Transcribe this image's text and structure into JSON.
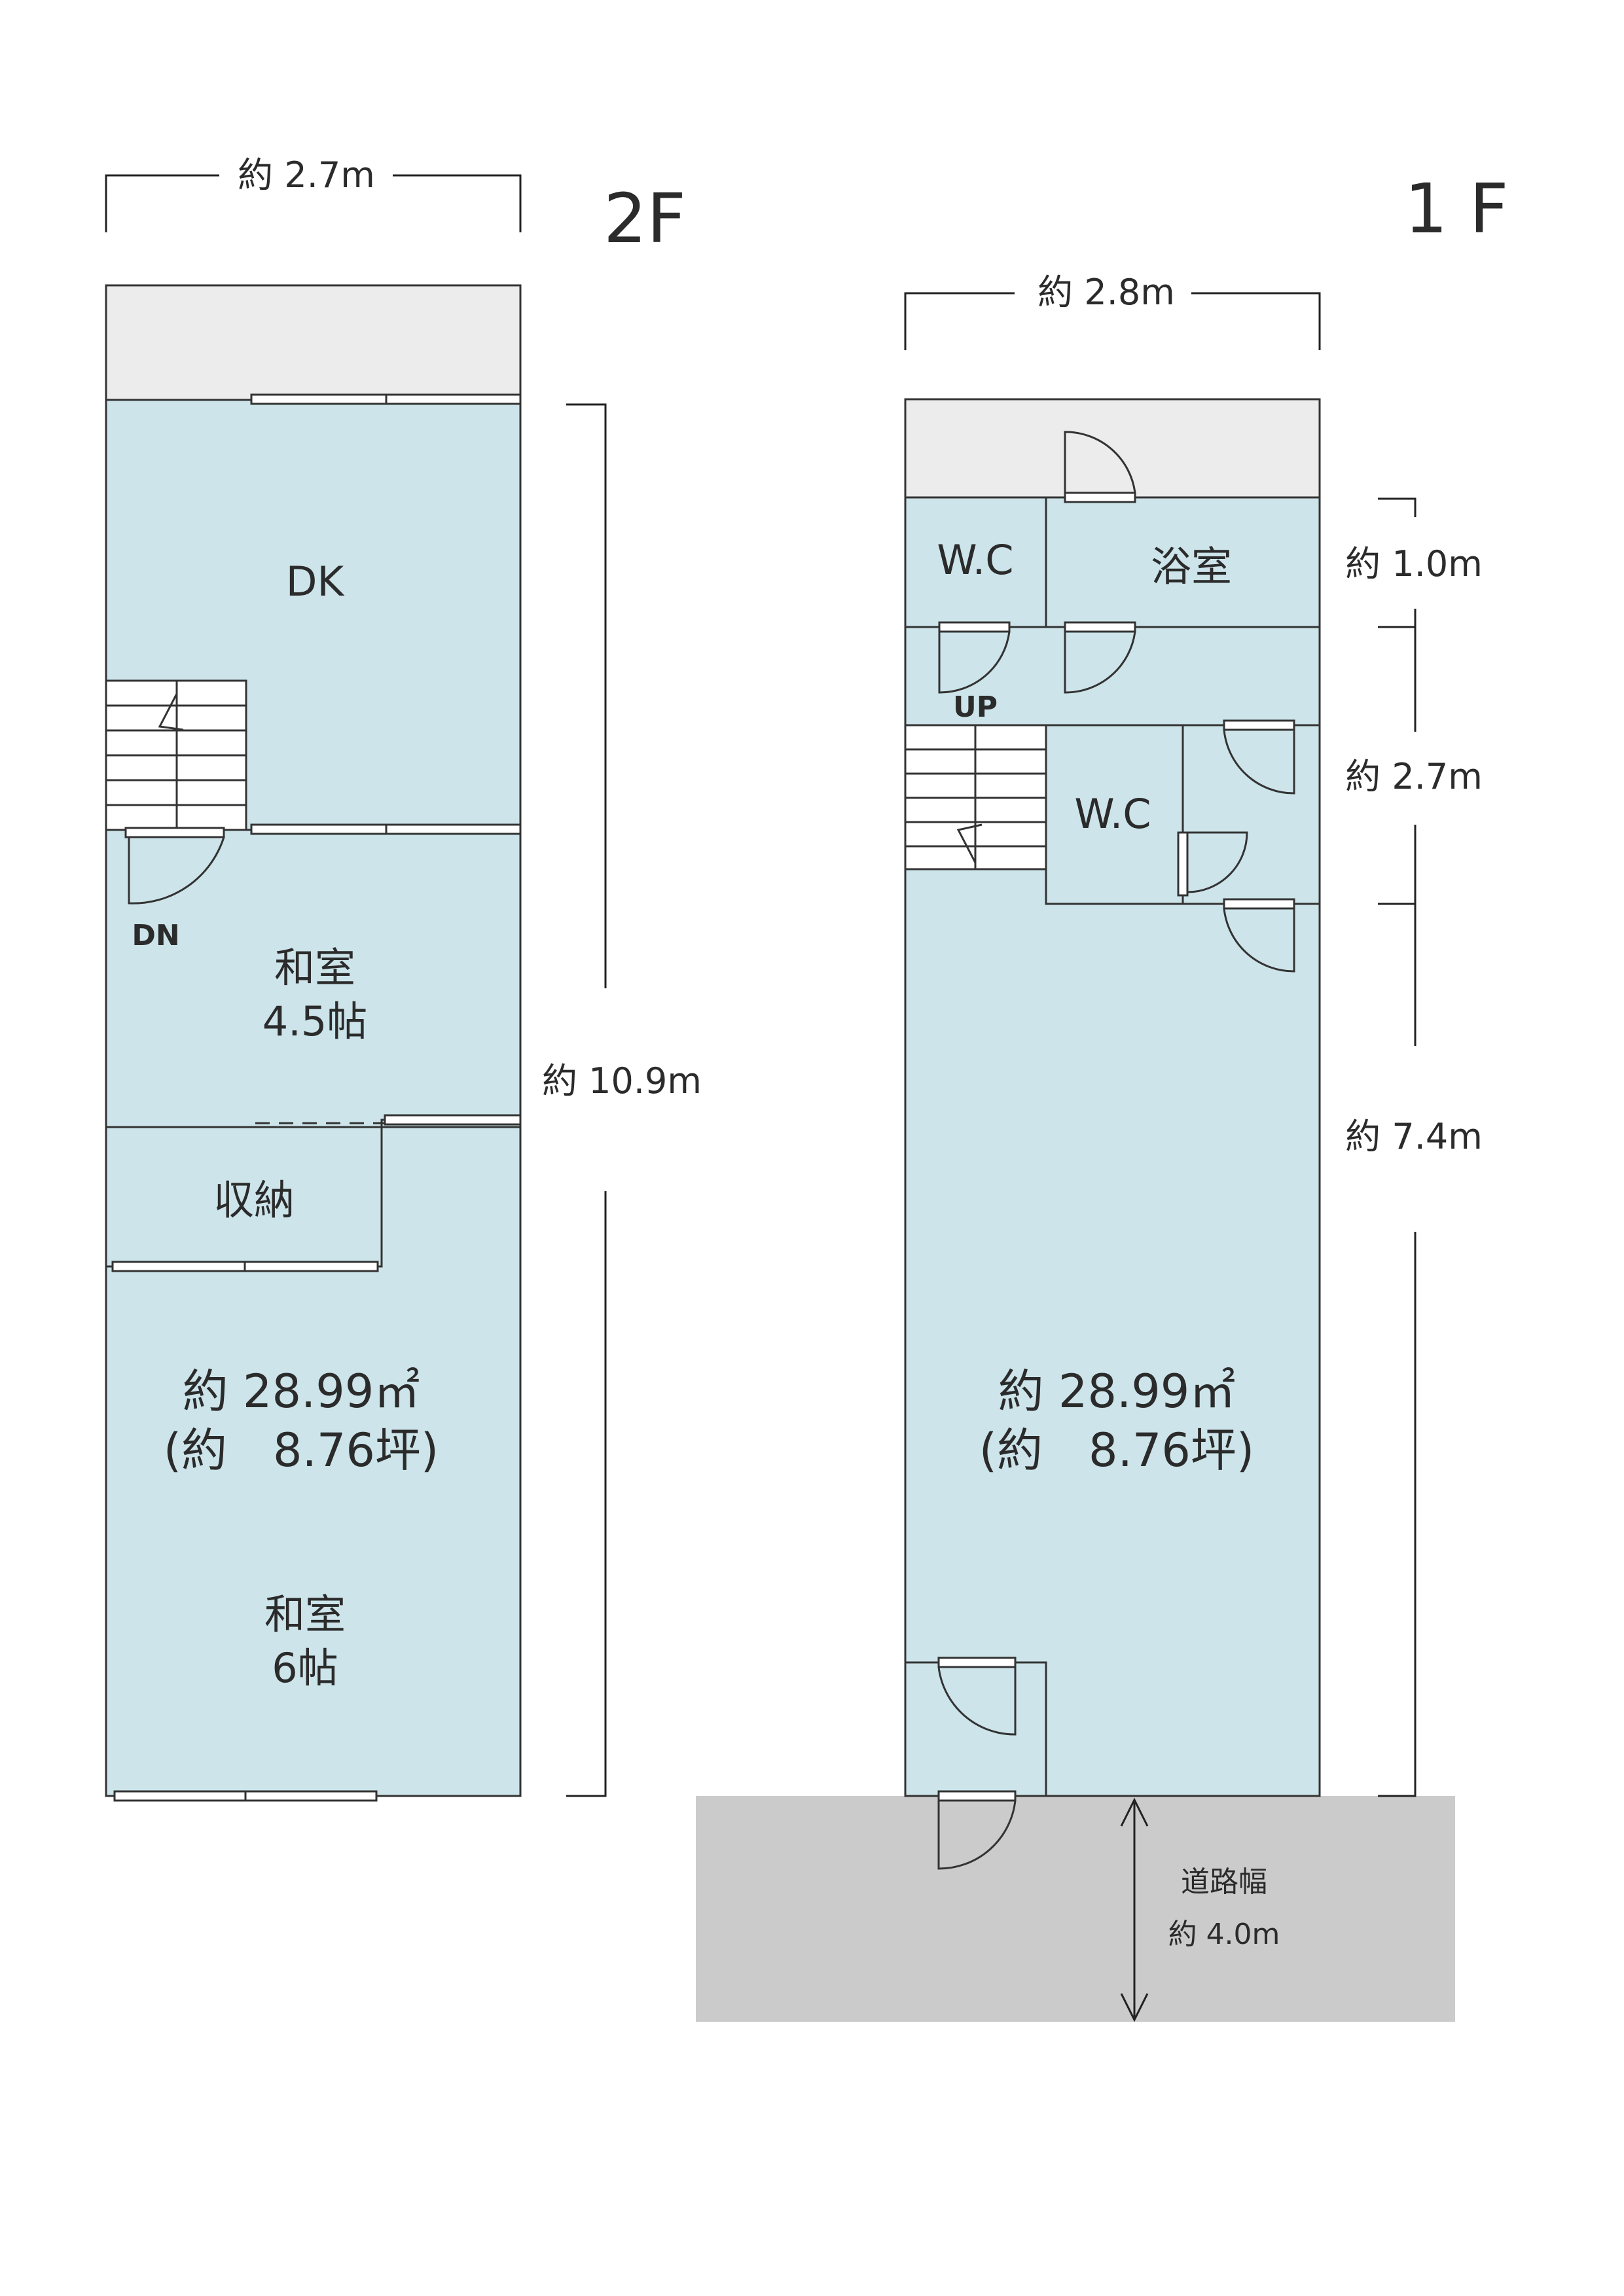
{
  "floor2": {
    "floor_label": "2F",
    "width_dim": "約 2.7m",
    "depth_dim": "約 10.9m",
    "rooms": {
      "dk": "DK",
      "washitsu45_name": "和室",
      "washitsu45_size": "4.5帖",
      "storage": "収納",
      "washitsu6_name": "和室",
      "washitsu6_size": "6帖"
    },
    "area_line1": "約 28.99㎡",
    "area_line2": "(約　8.76坪)",
    "stair_label": "DN"
  },
  "floor1": {
    "floor_label": "1 F",
    "width_dim": "約 2.8m",
    "dims": {
      "d1": "約 1.0m",
      "d2": "約 2.7m",
      "d3": "約 7.4m"
    },
    "rooms": {
      "wc_top": "W.C",
      "bath": "浴室",
      "wc_mid": "W.C"
    },
    "area_line1": "約 28.99㎡",
    "area_line2": "(約　8.76坪)",
    "stair_label": "UP"
  },
  "road": {
    "label": "道路幅",
    "width": "約 4.0m"
  },
  "colors": {
    "room": "#cce4ea",
    "balcony": "#ececec",
    "road": "#cbcbcb"
  }
}
